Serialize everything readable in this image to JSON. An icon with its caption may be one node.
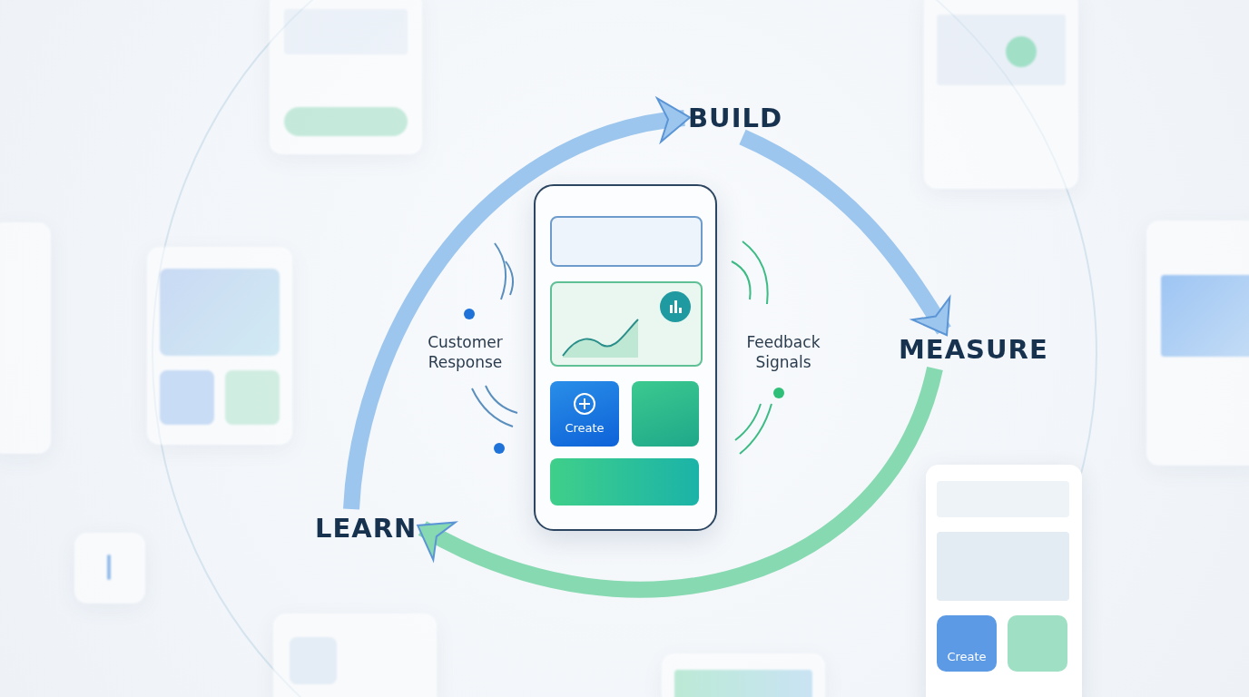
{
  "diagram": {
    "nodes": [
      {
        "text": [
          "BUILD"
        ]
      },
      {
        "text": [
          "MEASURE"
        ]
      },
      {
        "text": [
          "LEARN"
        ]
      }
    ],
    "edges": [
      {
        "from": 2,
        "to": 0,
        "arrow": "to"
      },
      {
        "from": 0,
        "to": 1,
        "arrow": "to"
      },
      {
        "from": 1,
        "to": 2,
        "arrow": "to",
        "color": "#86d9b0"
      }
    ],
    "labels": [
      "Customer Response",
      "Feedback Signals",
      "Create",
      "Create"
    ]
  }
}
